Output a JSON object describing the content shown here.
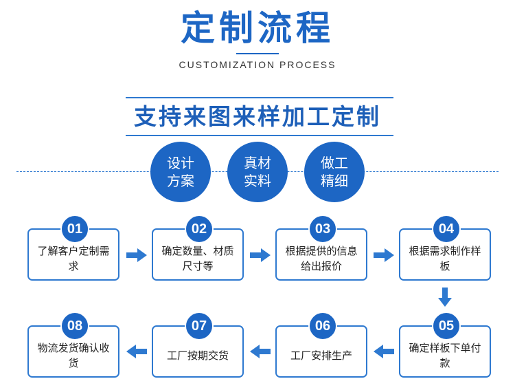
{
  "header": {
    "title": "定制流程",
    "subtitle": "CUSTOMIZATION PROCESS"
  },
  "banner": {
    "text": "支持来图来样加工定制"
  },
  "features": [
    {
      "line1": "设计",
      "line2": "方案"
    },
    {
      "line1": "真材",
      "line2": "实料"
    },
    {
      "line1": "做工",
      "line2": "精细"
    }
  ],
  "steps": [
    {
      "num": "01",
      "text": "了解客户定制需求"
    },
    {
      "num": "02",
      "text": "确定数量、材质尺寸等"
    },
    {
      "num": "03",
      "text": "根据提供的信息给出报价"
    },
    {
      "num": "04",
      "text": "根据需求制作样板"
    },
    {
      "num": "05",
      "text": "确定样板下单付款"
    },
    {
      "num": "06",
      "text": "工厂安排生产"
    },
    {
      "num": "07",
      "text": "工厂按期交货"
    },
    {
      "num": "08",
      "text": "物流发货确认收货"
    }
  ],
  "colors": {
    "accent": "#1d66c4",
    "border": "#2e79d0"
  }
}
